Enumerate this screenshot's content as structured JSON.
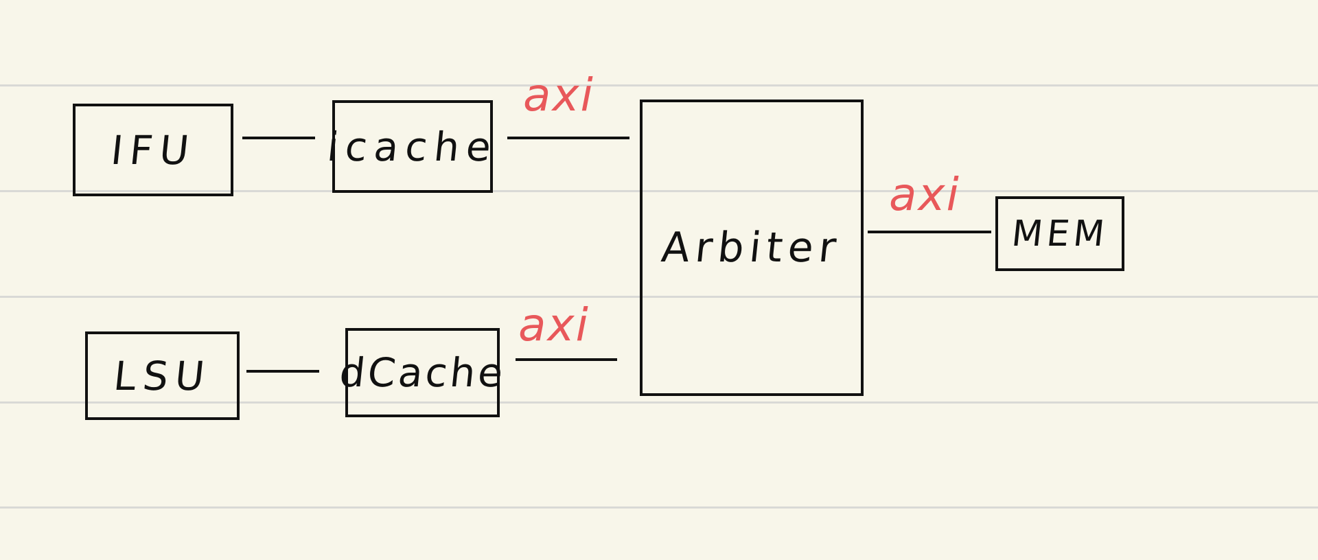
{
  "blocks": {
    "ifu": "IFU",
    "icache": "icache",
    "lsu": "LSU",
    "dcache": "dCache",
    "arbiter": "Arbiter",
    "mem": "MEM"
  },
  "bus_labels": {
    "icache_arbiter": "axi",
    "dcache_arbiter": "axi",
    "arbiter_mem": "axi"
  },
  "colors": {
    "background": "#f8f6ea",
    "rules": "#d9d9d6",
    "ink": "#111111",
    "bus_label": "#e8585a"
  }
}
